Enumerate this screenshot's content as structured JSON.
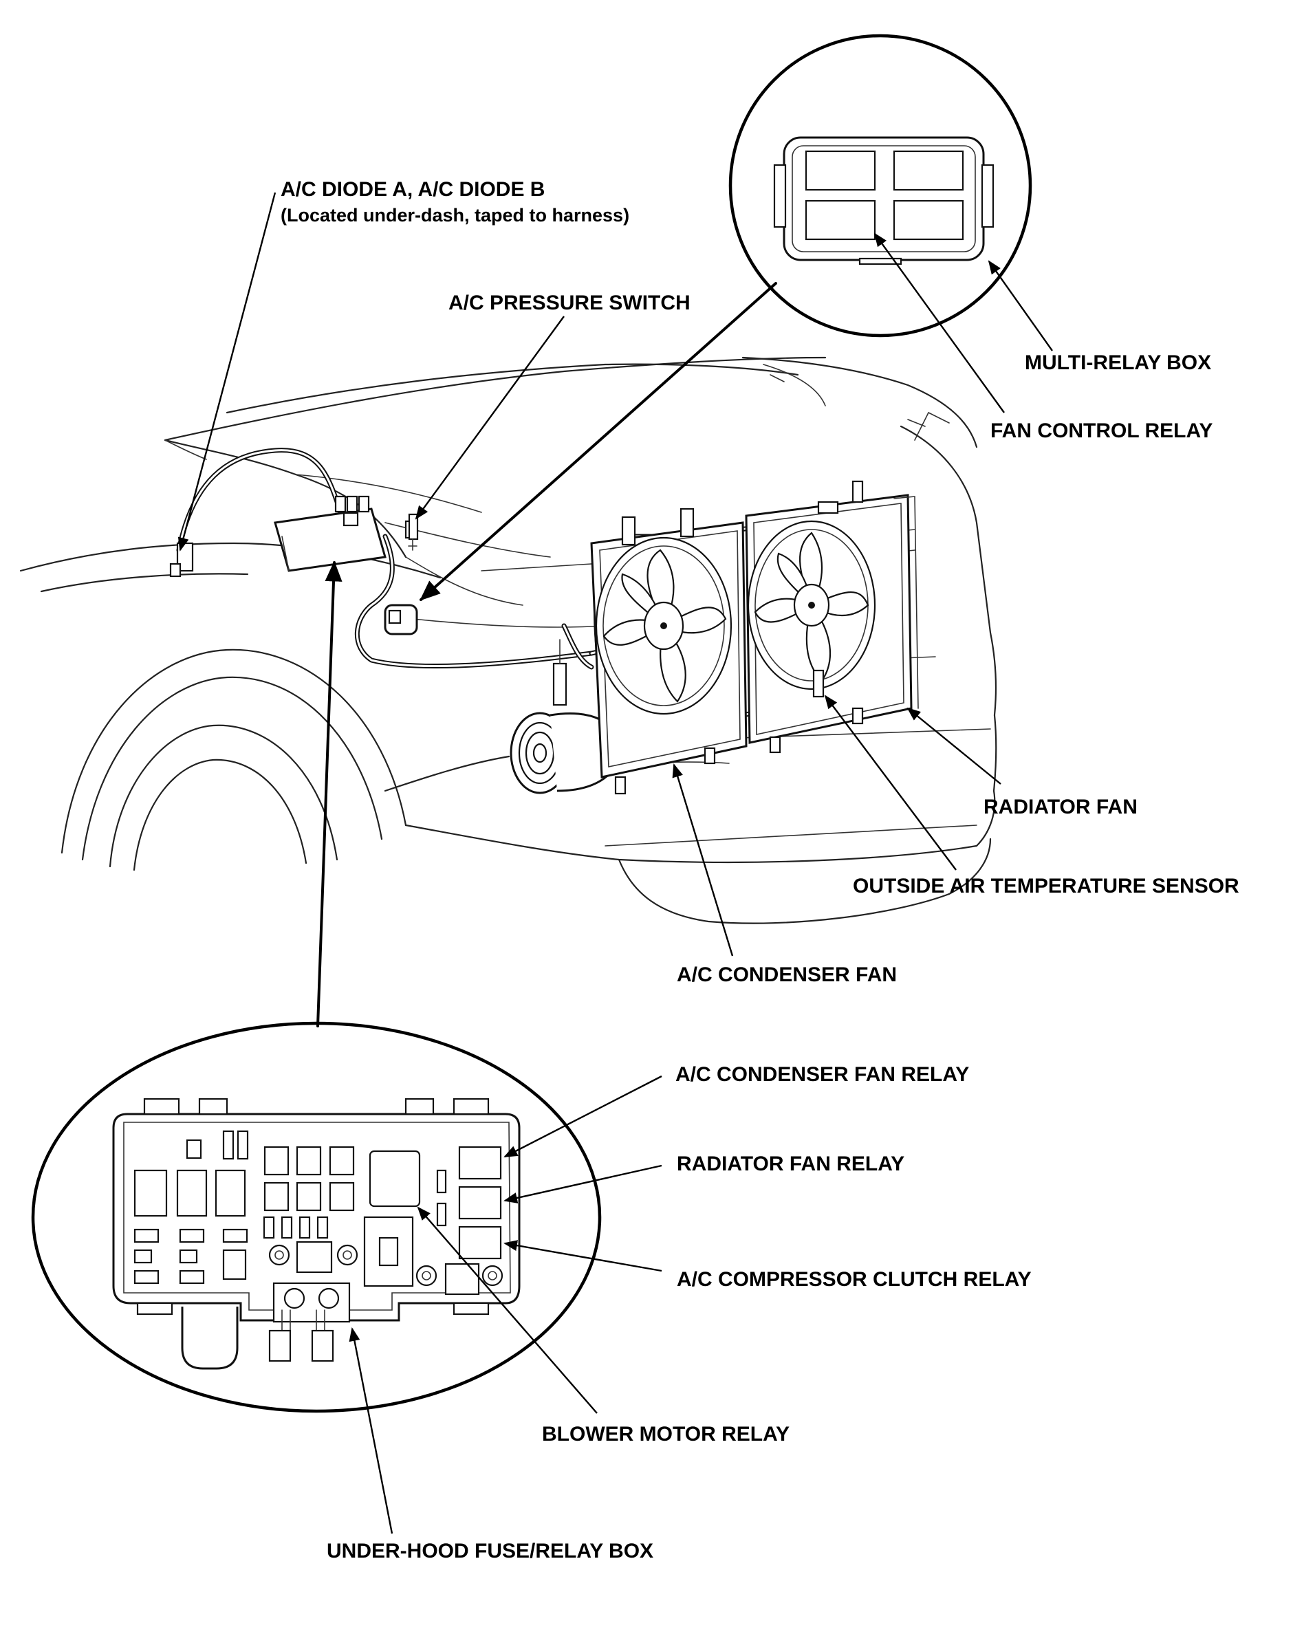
{
  "labels": {
    "diodes": "A/C DIODE A, A/C DIODE B",
    "diodes_note": "(Located under-dash, taped to harness)",
    "pressure_switch": "A/C PRESSURE SWITCH",
    "multi_relay_box": "MULTI-RELAY BOX",
    "fan_control_relay": "FAN CONTROL RELAY",
    "radiator_fan": "RADIATOR FAN",
    "outside_air_temp_sensor": "OUTSIDE AIR TEMPERATURE SENSOR",
    "condenser_fan": "A/C CONDENSER FAN",
    "condenser_fan_relay": "A/C CONDENSER FAN RELAY",
    "radiator_fan_relay": "RADIATOR FAN RELAY",
    "compressor_clutch_relay": "A/C COMPRESSOR CLUTCH RELAY",
    "blower_motor_relay": "BLOWER MOTOR RELAY",
    "fuse_relay_box": "UNDER-HOOD FUSE/RELAY BOX"
  }
}
